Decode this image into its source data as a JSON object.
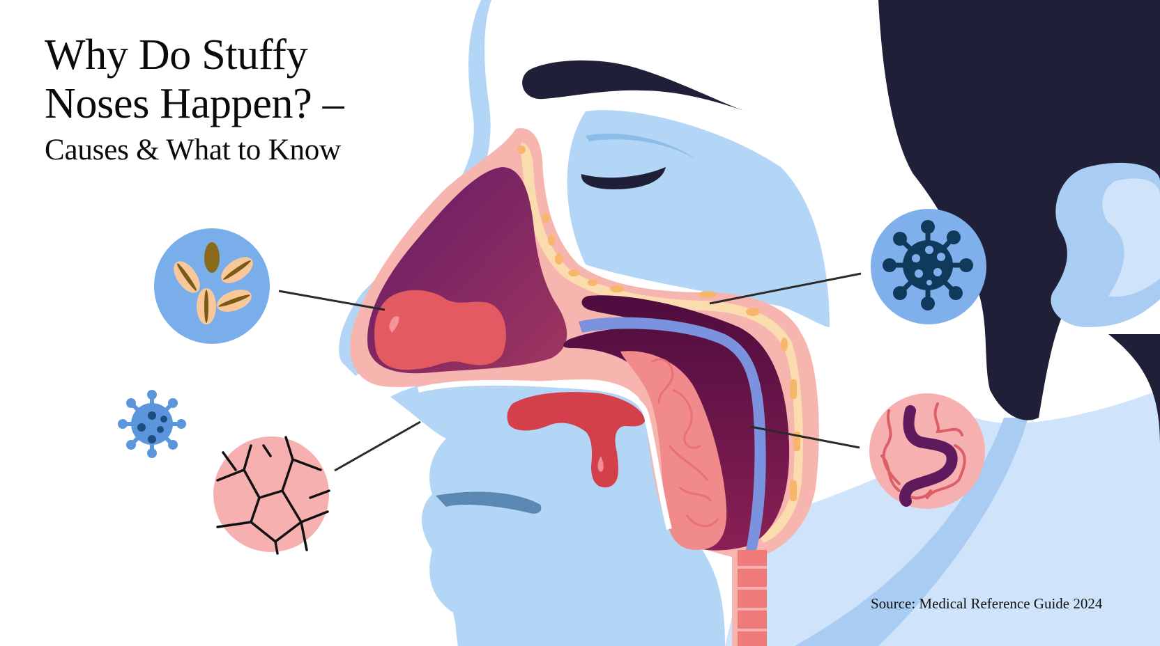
{
  "title": {
    "line1": "Why Do Stuffy",
    "line2": "Noses Happen? –",
    "line3": "Causes & What to Know"
  },
  "source": "Source: Medical Reference Guide 2024",
  "illustration": {
    "subject": "side-profile cross-section of head showing nasal cavity, sinuses and throat",
    "callouts": [
      {
        "icon": "pollen-icon",
        "position": "left-upper",
        "bg_color": "#7aaeea"
      },
      {
        "icon": "virus-icon",
        "position": "left-middle",
        "bg_color": "none"
      },
      {
        "icon": "dry-cracked-tissue-icon",
        "position": "left-lower",
        "bg_color": "#f7b0b0"
      },
      {
        "icon": "virus-icon",
        "position": "right-upper",
        "bg_color": "#7aaeea"
      },
      {
        "icon": "inflamed-tissue-icon",
        "position": "right-lower",
        "bg_color": "#f7b0b0"
      }
    ]
  },
  "colors": {
    "skin": "#b3d5f6",
    "hair": "#1f1f38",
    "nasal_cavity": "#6d1f66",
    "turbinate": "#e45a63",
    "mucosa": "#f7b5b0",
    "bone": "#fbdcae",
    "airway_blue": "#7b92de",
    "mucus": "#d43f4c"
  }
}
